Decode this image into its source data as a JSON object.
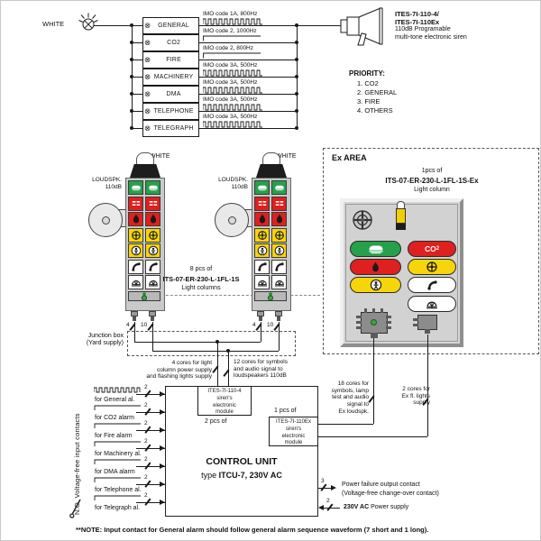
{
  "top": {
    "white_label": "WHITE",
    "alarm_rows": [
      {
        "label": "GENERAL",
        "imo": "IMO code 1A, 800Hz",
        "wave": "pulse"
      },
      {
        "label": "CO2",
        "imo": "IMO code 2, 1000Hz",
        "wave": "continuous"
      },
      {
        "label": "FIRE",
        "imo": "IMO code 2, 800Hz",
        "wave": "continuous"
      },
      {
        "label": "MACHINERY",
        "imo": "IMO code 3A, 500Hz",
        "wave": "pulse"
      },
      {
        "label": "DMA",
        "imo": "IMO code 3A, 500Hz",
        "wave": "pulse"
      },
      {
        "label": "TELEPHONE",
        "imo": "IMO code 3A, 500Hz",
        "wave": "pulse"
      },
      {
        "label": "TELEGRAPH",
        "imo": "IMO code 3A, 500Hz",
        "wave": "pulse"
      }
    ],
    "siren": {
      "model1": "ITES-7I-110-4/",
      "model2": "ITES-7I-110Ex",
      "desc1": "110dB Programable",
      "desc2": "multi-tone electronic siren"
    },
    "priority": {
      "title": "PRIORITY:",
      "items": [
        "1. CO2",
        "2. GENERAL",
        "3. FIRE",
        "4. OTHERS"
      ]
    }
  },
  "light_columns": {
    "white_label": "WHITE",
    "loudspk1": "LOUDSPK.",
    "loudspk2": "110dB",
    "caption1": "8 pcs of",
    "caption2": "ITS-07-ER-230-L-1FL-1S",
    "caption3": "Light columns",
    "wire_a": "4",
    "wire_b": "10"
  },
  "junction_box": {
    "line1": "Junction box",
    "line2": "(Yard supply)"
  },
  "cores": {
    "c4": [
      "4 cores for light",
      "column power supply",
      "and flashing lights supply"
    ],
    "c12": [
      "12 cores for symbols",
      "and audio signal to",
      "loudspeakers 110dB"
    ],
    "c18": [
      "18 cores for",
      "symbols, lamp",
      "test and audio",
      "signal to",
      "Ex loudspk."
    ],
    "c2": [
      "2 cores for",
      "Ex fl. lights",
      "supply"
    ]
  },
  "ex_area": {
    "title": "Ex AREA",
    "caption1": "1pcs of",
    "caption2": "ITS-07-ER-230-L-1FL-1S-Ex",
    "caption3": "Light column",
    "co2": "CO",
    "co2_sub": "2"
  },
  "control_unit": {
    "title": "CONTROL UNIT",
    "type_prefix": "type ",
    "type_value": "ITCU-7, 230V AC",
    "module1_count": "2 pcs of",
    "module1": [
      "ITES-7I-110-4",
      "siren's",
      "electronic",
      "module"
    ],
    "module2_count": "1 pcs of",
    "module2": [
      "ITES-7I-110Ex",
      "siren's",
      "electronic",
      "module"
    ]
  },
  "inputs": {
    "side_label": "N.O. Voltage-free input contacts",
    "rows": [
      {
        "label": "for General al.",
        "qty": "2",
        "wave": "pulse"
      },
      {
        "label": "for CO2 alarm",
        "qty": "2",
        "wave": "continuous"
      },
      {
        "label": "for Fire alarm",
        "qty": "2",
        "wave": "continuous"
      },
      {
        "label": "for Machinery al.",
        "qty": "2",
        "wave": "continuous"
      },
      {
        "label": "for DMA alarm",
        "qty": "2",
        "wave": "continuous"
      },
      {
        "label": "for Telephone al.",
        "qty": "2",
        "wave": "continuous"
      },
      {
        "label": "for Telegraph al.",
        "qty": "2",
        "wave": "continuous"
      }
    ]
  },
  "outputs": {
    "failure_qty": "3",
    "failure1": "Power failure output contact",
    "failure2": "(Voltage-free change-over contact)",
    "supply_qty": "2",
    "supply_bold": "230V AC",
    "supply_rest": " Power supply"
  },
  "note": {
    "prefix": "**NOTE:",
    "text": " Input contact for General alarm should follow general alarm sequence waveform (7 short and 1 long)."
  },
  "colors": {
    "green": "#27a04b",
    "red": "#e01f1f",
    "yellow": "#f6d50a",
    "panel_gray": "#d2d2d2",
    "line": "#1a1a1a"
  }
}
